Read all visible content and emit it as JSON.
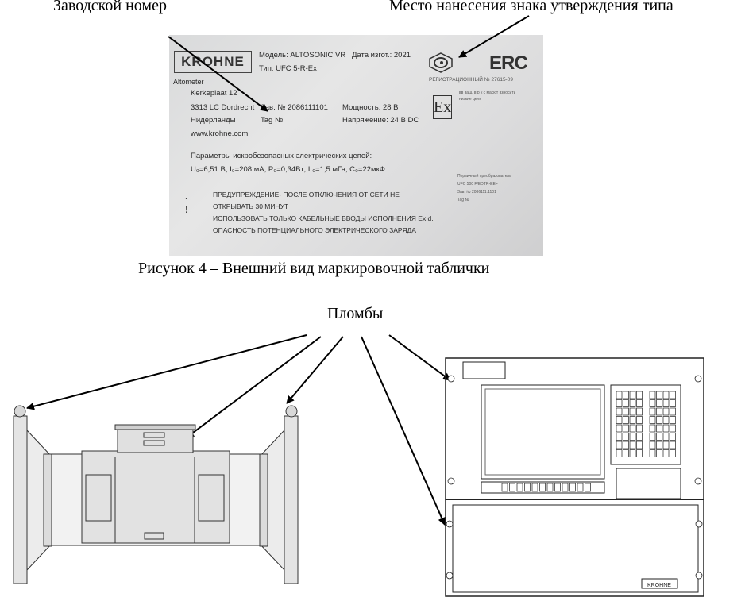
{
  "labels": {
    "serial_number": "Заводской номер",
    "type_approval_mark": "Место нанесения знака утверждения типа",
    "figure_caption": "Рисунок 4 – Внешний вид маркировочной таблички",
    "seals": "Пломбы"
  },
  "plate": {
    "brand": "KROHNE",
    "product": "Altometer",
    "model": "Модель: ALTOSONIC VR",
    "manufactured": "Дата изгот.: 2021",
    "type": "Тип: UFC 5-R-Ex",
    "address1": "Kerkeplaat 12",
    "address2": "3313 LC Dordrecht",
    "country": "Нидерланды",
    "website": "www.krohne.com",
    "serial": "Зав. № 2086111101",
    "tag": "Tag №",
    "power": "Мощность: 28 Вт",
    "voltage": "Напряжение: 24 В DC",
    "registration": "РЕГИСТРАЦИОННЫЙ № 27615-09",
    "eac": "ERC",
    "ex": "Ex",
    "params_title": "Параметры искробезопасных электрических цепей:",
    "params": "U₀=6,51 В; I₀=208 мА; P₀=0,34Вт; L₀=1,5 мГн; C₀=22мкФ",
    "warning1": "ПРЕДУПРЕЖДЕНИЕ- ПОСЛЕ ОТКЛЮЧЕНИЯ ОТ СЕТИ НЕ",
    "warning2": "ОТКРЫВАТЬ 30 МИНУТ",
    "warning3": "ИСПОЛЬЗОВАТЬ ТОЛЬКО КАБЕЛЬНЫЕ ВВОДЫ ИСПОЛНЕНИЯ Ex d.",
    "warning4": "ОПАСНОСТЬ ПОТЕНЦИАЛЬНОГО ЭЛЕКТРИЧЕСКОГО ЗАРЯДА",
    "small_right1": "Первичный преобразователь",
    "small_right2": "UFC 500 F/EDTR-EE>",
    "small_right3": "Зав. № 2086111.1101",
    "small_right4": "Tag №",
    "small_ex1": "вв ваш. в р к с масют взносить",
    "small_ex2": "низкие цели"
  },
  "cabinet": {
    "brand": "KROHNE"
  }
}
